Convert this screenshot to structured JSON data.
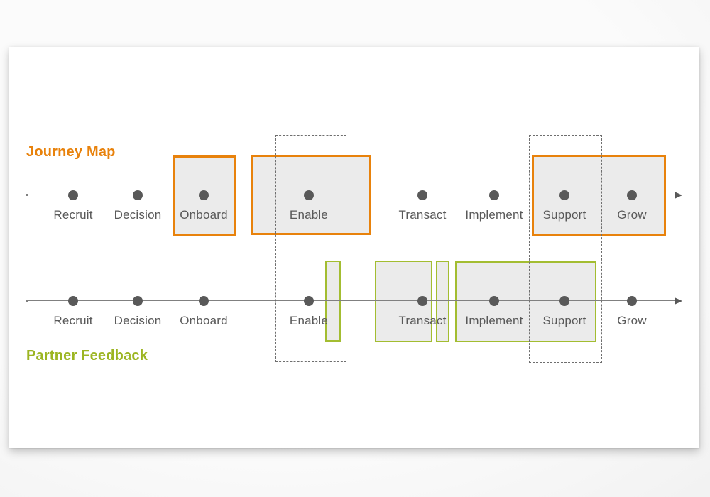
{
  "stages": [
    "Recruit",
    "Decision",
    "Onboard",
    "Enable",
    "Transact",
    "Implement",
    "Support",
    "Grow"
  ],
  "journey_map": {
    "title": "Journey Map",
    "highlighted_stages": [
      "Onboard",
      "Enable",
      "Support + Grow"
    ]
  },
  "partner_feedback": {
    "title": "Partner Feedback",
    "highlighted_spans": [
      "after Enable",
      "Transact",
      "before Implement",
      "Implement + Support"
    ]
  },
  "dashed_focus_zones": [
    "Enable",
    "Support"
  ],
  "colors": {
    "orange": "#E8820C",
    "green": "#9CB522",
    "green-border": "#A3BD31",
    "box-fill": "#EBEBEB",
    "line": "#808080",
    "dot": "#595959",
    "label-text": "#595959",
    "dashed": "#6E6E6E",
    "card-bg": "#FFFFFF"
  }
}
